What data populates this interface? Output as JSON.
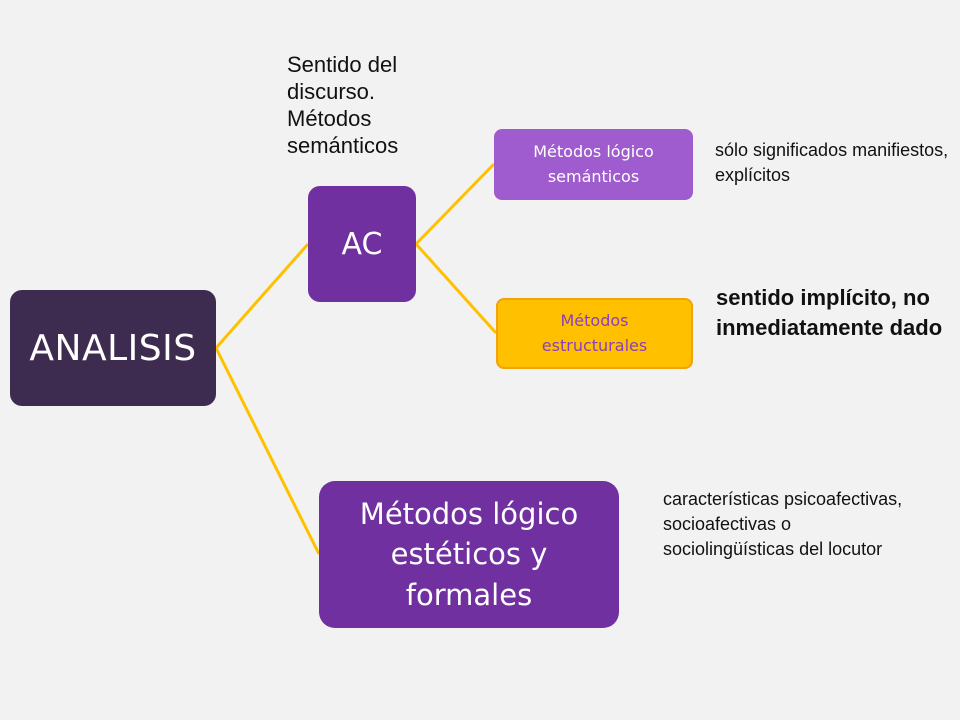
{
  "nodes": {
    "analisis": "ANALISIS",
    "ac": "AC",
    "metodos_logico_semanticos": "Métodos lógico semánticos",
    "metodos_estructurales": "Métodos estructurales",
    "metodos_logico_esteticos": "Métodos lógico estéticos y formales"
  },
  "notes": {
    "sentido_discurso": "Sentido del discurso. Métodos semánticos",
    "significados_manifiestos": "sólo significados manifiestos, explícitos",
    "sentido_implicito": "sentido implícito, no inmediatamente dado",
    "caracteristicas": "características psicoafectivas, socioafectivas o sociolingüísticas del locutor"
  },
  "colors": {
    "connector": "#ffc000",
    "analisis_fill": "#3e2b50",
    "ac_fill": "#7030a0",
    "semanticos_fill": "#9f5ccf",
    "estructurales_fill": "#ffc000",
    "estructurales_text": "#8a3fc0",
    "logico_esteticos_fill": "#7030a0"
  }
}
